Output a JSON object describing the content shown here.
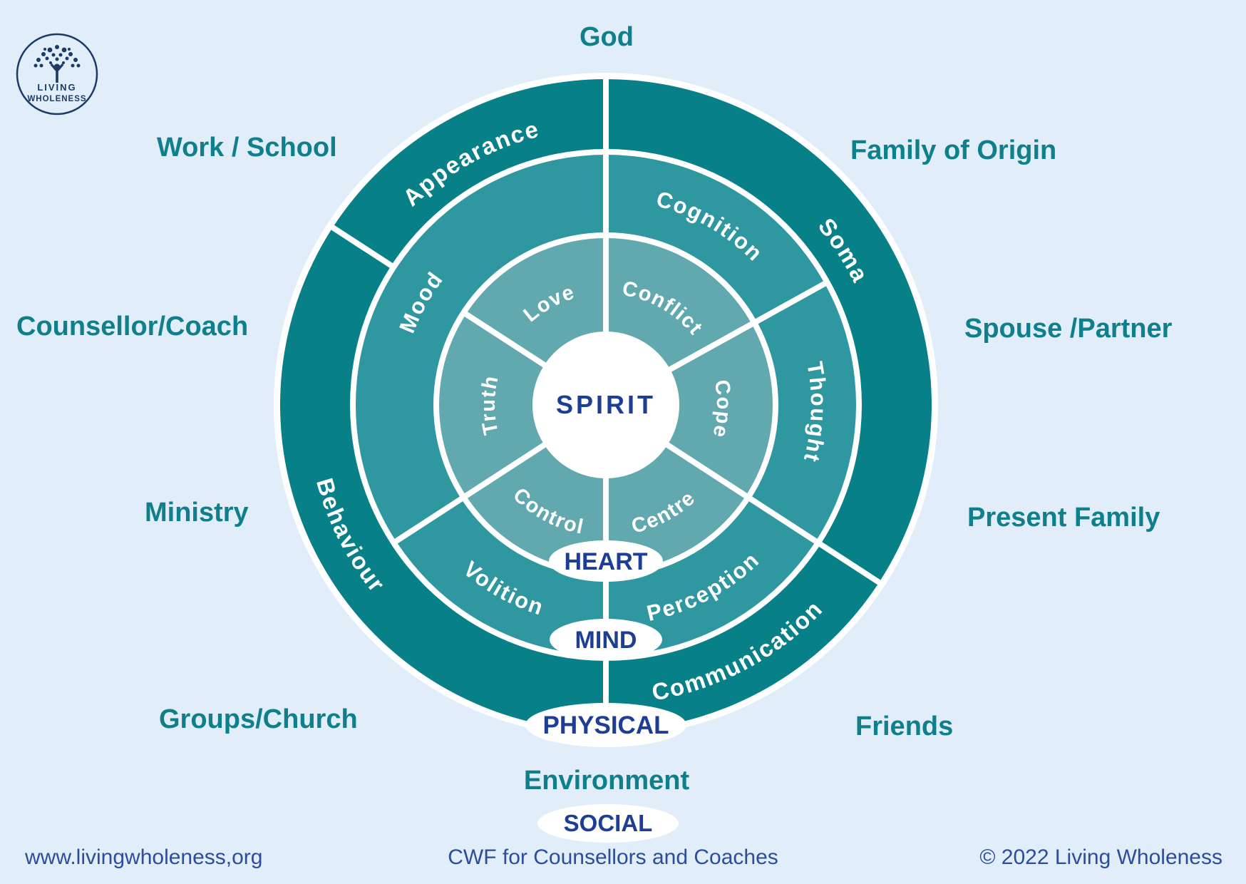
{
  "logo": {
    "line1": "LIVING",
    "line2": "WHOLENESS"
  },
  "labels": {
    "god": "God",
    "work_school": "Work / School",
    "family_of_origin": "Family of Origin",
    "counsellor_coach": "Counsellor/Coach",
    "spouse_partner": "Spouse /Partner",
    "ministry": "Ministry",
    "present_family": "Present Family",
    "groups_church": "Groups/Church",
    "friends": "Friends",
    "environment": "Environment"
  },
  "wheel": {
    "center": "SPIRIT",
    "outer_ring": {
      "appearance": "Appearance",
      "soma": "Soma",
      "communication": "Communication",
      "behaviour": "Behaviour"
    },
    "middle_ring": {
      "mood": "Mood",
      "cognition": "Cognition",
      "thought": "Thought",
      "perception": "Perception",
      "volition": "Volition"
    },
    "inner_ring": {
      "love": "Love",
      "conflict": "Conflict",
      "cope": "Cope",
      "centre": "Centre",
      "control": "Control",
      "truth": "Truth"
    },
    "ovals": {
      "heart": "HEART",
      "mind": "MIND",
      "physical": "PHYSICAL",
      "social": "SOCIAL"
    }
  },
  "footer": {
    "left": "www.livingwholeness,org",
    "center": "CWF for Counsellors and Coaches",
    "right": "© 2022 Living Wholeness"
  },
  "colors": {
    "background": "#e1edf9",
    "ring_outer": "#078187",
    "ring_middle": "#2f97a0",
    "ring_inner": "#61a9ae",
    "teal_label": "#107f8c",
    "navy": "#1e3d94",
    "footer_navy": "#2b4d9b",
    "logo_navy": "#1c3a66",
    "white": "#ffffff"
  }
}
